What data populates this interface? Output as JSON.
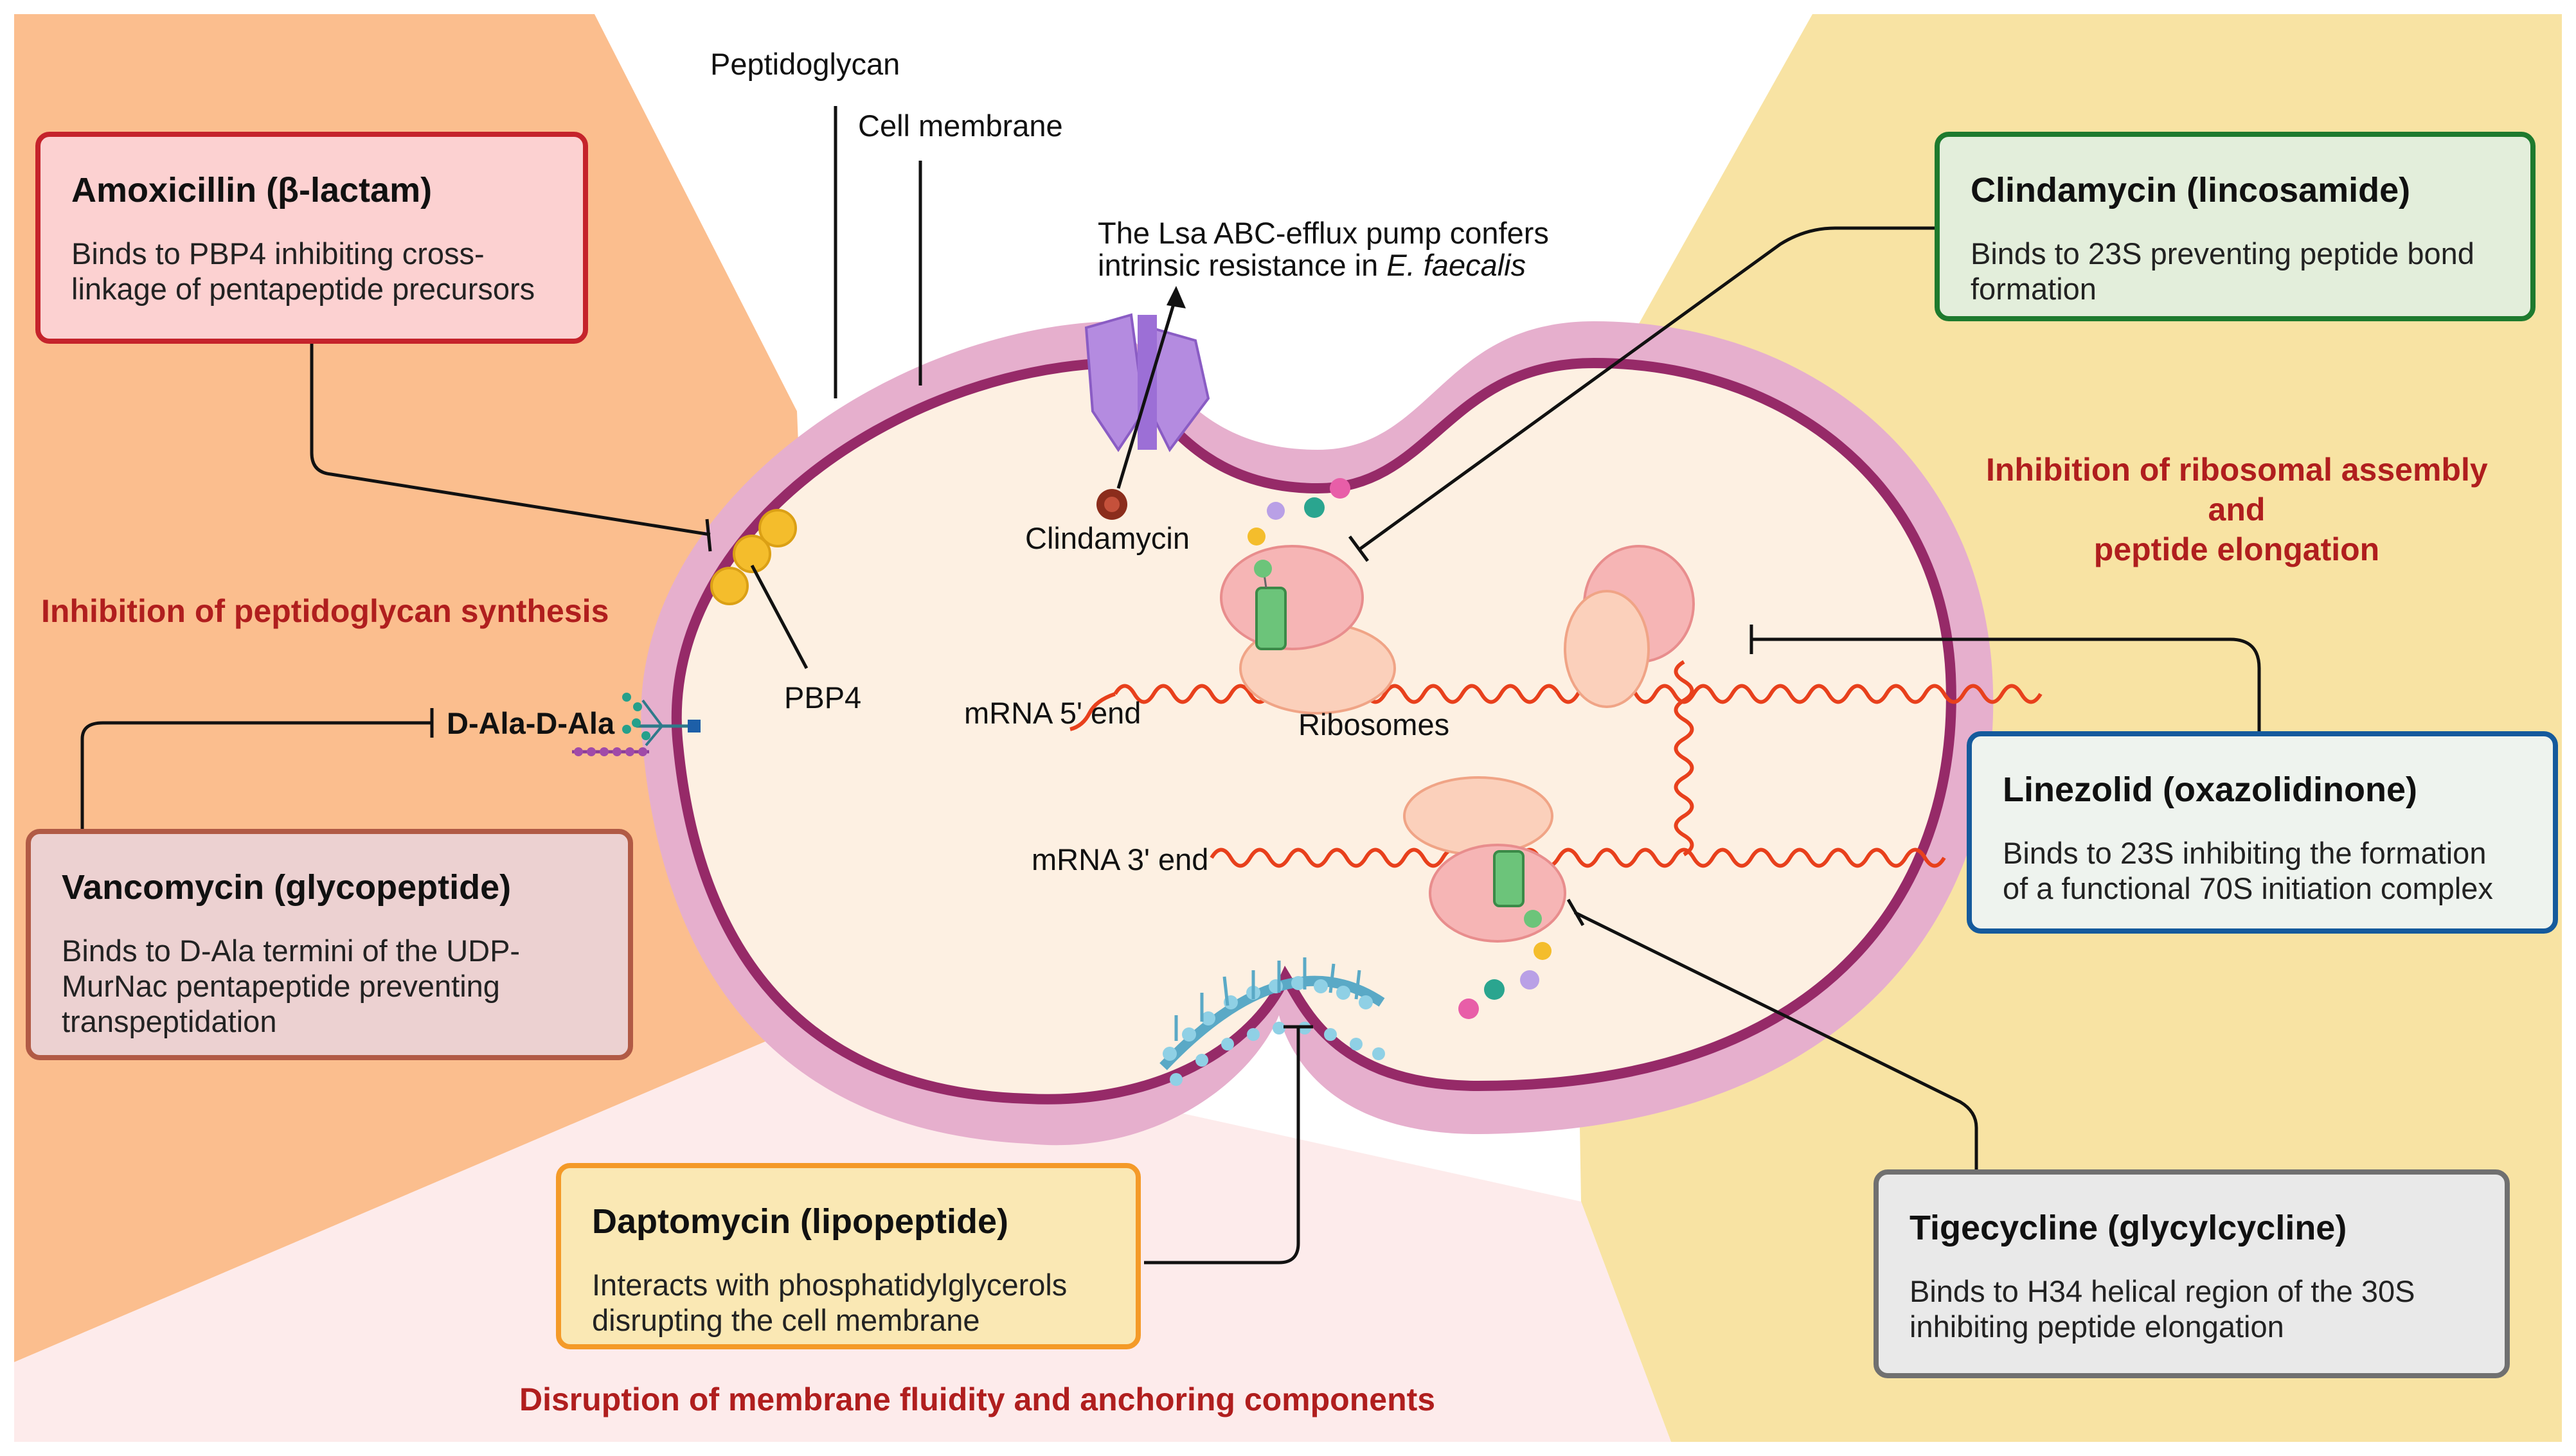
{
  "labels": {
    "peptidoglycan": "Peptidoglycan",
    "cell_membrane": "Cell membrane",
    "lsa_pump_line1": "The Lsa ABC-efflux pump confers",
    "lsa_pump_line2": "intrinsic resistance  in ",
    "lsa_pump_species": "E. faecalis",
    "clindamycin_molecule": "Clindamycin",
    "pbp4": "PBP4",
    "d_ala": "D-Ala-D-Ala",
    "mrna_5": "mRNA 5' end",
    "mrna_3": "mRNA 3' end",
    "ribosomes": "Ribosomes"
  },
  "categories": {
    "peptidoglycan": "Inhibition of peptidoglycan synthesis",
    "ribosomal": [
      "Inhibition of ribosomal assembly",
      "and",
      "peptide elongation"
    ],
    "membrane": "Disruption of membrane fluidity and anchoring components"
  },
  "boxes": {
    "amoxicillin": {
      "title": "Amoxicillin (β-lactam)",
      "lines": [
        "Binds to PBP4 inhibiting cross-",
        "linkage of pentapeptide precursors"
      ]
    },
    "vancomycin": {
      "title": "Vancomycin (glycopeptide)",
      "lines": [
        "Binds to D-Ala termini of the UDP-",
        "MurNac pentapeptide preventing",
        "transpeptidation"
      ]
    },
    "daptomycin": {
      "title": "Daptomycin (lipopeptide)",
      "lines": [
        "Interacts with phosphatidylglycerols",
        "disrupting the cell membrane"
      ]
    },
    "clindamycin": {
      "title": "Clindamycin (lincosamide)",
      "lines": [
        "Binds to 23S preventing peptide bond",
        "formation"
      ]
    },
    "linezolid": {
      "title": "Linezolid (oxazolidinone)",
      "lines": [
        "Binds to 23S inhibiting the formation",
        "of a functional 70S initiation complex"
      ]
    },
    "tigecycline": {
      "title": "Tigecycline (glycylcycline)",
      "lines": [
        "Binds to H34 helical region of the 30S",
        "inhibiting peptide elongation"
      ]
    }
  },
  "colors": {
    "peach_bg": "#fbbe8e",
    "yellow_bg": "#f8e3a3",
    "pink_bg": "#fdebeb",
    "wall": "#e6afcd",
    "membrane": "#962a68",
    "cytoplasm": "#fdf0e2",
    "category_text": "#b01e1e"
  }
}
